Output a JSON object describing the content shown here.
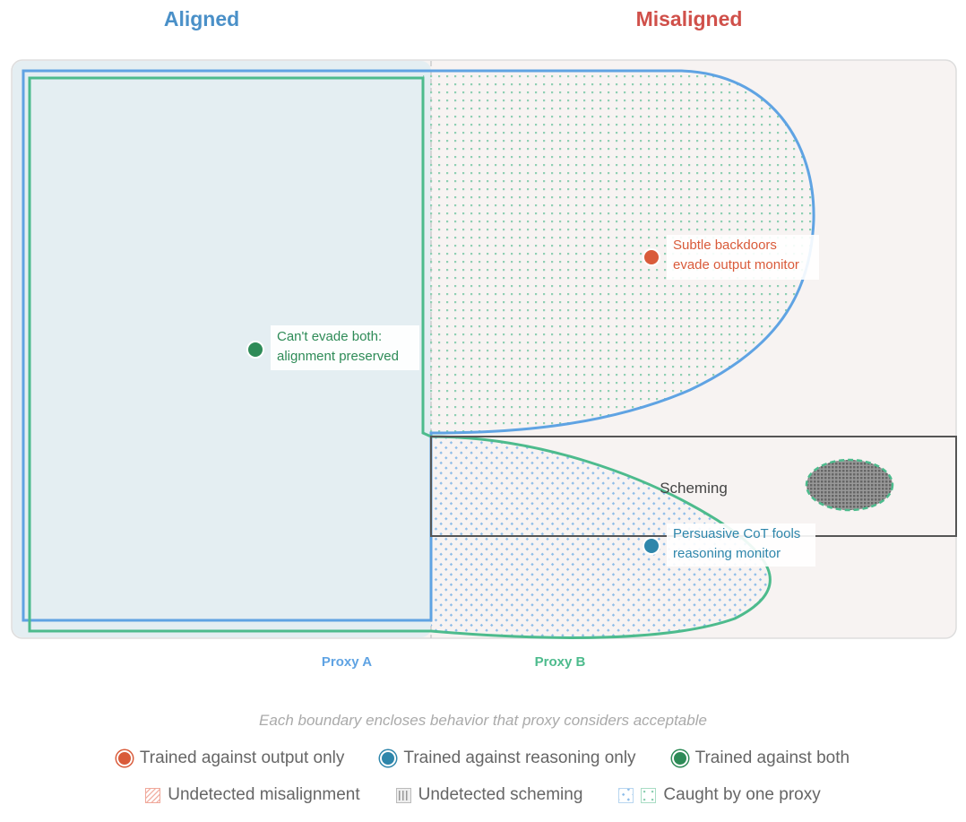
{
  "headers": {
    "aligned": "Aligned",
    "misaligned": "Misaligned"
  },
  "proxies": {
    "a": "Proxy A",
    "b": "Proxy B"
  },
  "region": {
    "scheming": "Scheming"
  },
  "annotations": {
    "output": [
      "Subtle backdoors",
      "evade output monitor"
    ],
    "both": [
      "Can't evade both:",
      "alignment preserved"
    ],
    "reasoning": [
      "Persuasive CoT fools",
      "reasoning monitor"
    ]
  },
  "note": "Each boundary encloses behavior that proxy considers acceptable",
  "legend": {
    "points": [
      {
        "label": "Trained against output only",
        "color": "#d95b3a"
      },
      {
        "label": "Trained against reasoning only",
        "color": "#2e86ab"
      },
      {
        "label": "Trained against both",
        "color": "#2e8b57"
      }
    ],
    "patterns": [
      {
        "label": "Undetected misalignment"
      },
      {
        "label": "Undetected scheming"
      },
      {
        "label": "Caught by one proxy"
      }
    ]
  },
  "colors": {
    "proxy_a": "#5fa3e3",
    "proxy_b": "#4dbb8d",
    "aligned": "#4a90c8",
    "misaligned": "#d0504a"
  }
}
